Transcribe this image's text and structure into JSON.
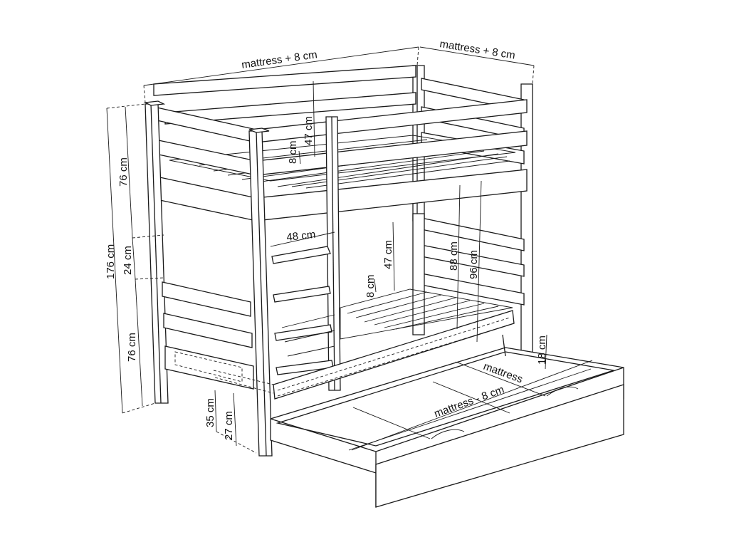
{
  "diagram": {
    "subject": "bunk bed with pull-out trundle drawer",
    "line_color": "#1a1a1a",
    "background": "#ffffff",
    "dimensions": {
      "top_length": "mattress + 8 cm",
      "top_width": "mattress + 8 cm",
      "total_height": "176 cm",
      "upper_section_height": "76 cm",
      "gap_between_beds": "24 cm",
      "lower_section_height": "76 cm",
      "upper_rail_height": "47 cm",
      "upper_slat_offset": "8 cm",
      "ladder_width": "48 cm",
      "lower_rail_height": "47 cm",
      "lower_slat_offset": "8 cm",
      "clearance_88": "88 cm",
      "clearance_96": "96 cm",
      "bed_base_height": "35 cm",
      "drawer_clearance": "27 cm",
      "drawer_depth": "18 cm",
      "drawer_width": "mattress",
      "drawer_length": "mattress - 8 cm"
    }
  }
}
